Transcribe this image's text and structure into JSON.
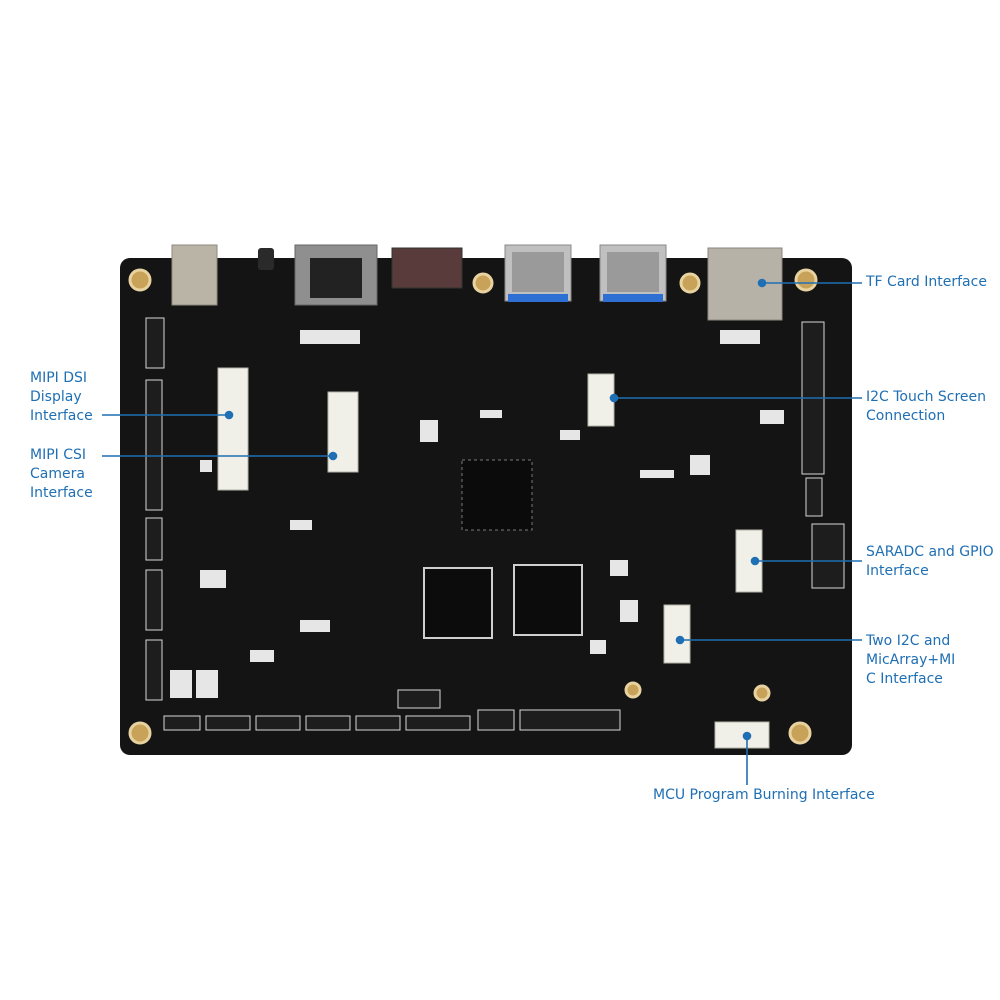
{
  "colors": {
    "background": "#ffffff",
    "board": "#141414",
    "callout": "#1f6fb4",
    "label": "#1f6fb4"
  },
  "labels": {
    "tf_card": "TF Card Interface",
    "i2c_touch": "I2C Touch Screen\nConnection",
    "mipi_dsi": "MIPI DSI\nDisplay\nInterface",
    "mipi_csi": "MIPI CSI\nCamera\nInterface",
    "saradc_gpio": "SARADC and GPIO\nInterface",
    "two_i2c": "Two I2C and\nMicArray+MI\nC Interface",
    "mcu_burning": "MCU Program Burning Interface"
  }
}
